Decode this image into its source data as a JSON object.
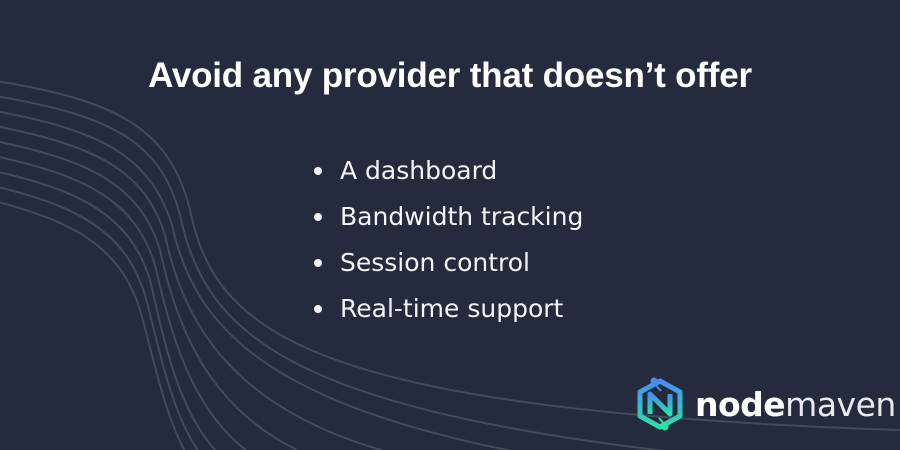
{
  "slide": {
    "title": "Avoid any provider that doesn’t offer",
    "items": [
      {
        "label": "A dashboard"
      },
      {
        "label": "Bandwidth tracking"
      },
      {
        "label": "Session control"
      },
      {
        "label": "Real-time support"
      }
    ]
  },
  "brand": {
    "icon": "nodemaven-hexagon-n-icon",
    "name_bold": "node",
    "name_light": "maven",
    "gradient_top": "#4a8cf0",
    "gradient_bottom": "#2be0a8"
  },
  "colors": {
    "background": "#232b3c",
    "decorative_lines": "#434b58",
    "text": "#ffffff"
  }
}
